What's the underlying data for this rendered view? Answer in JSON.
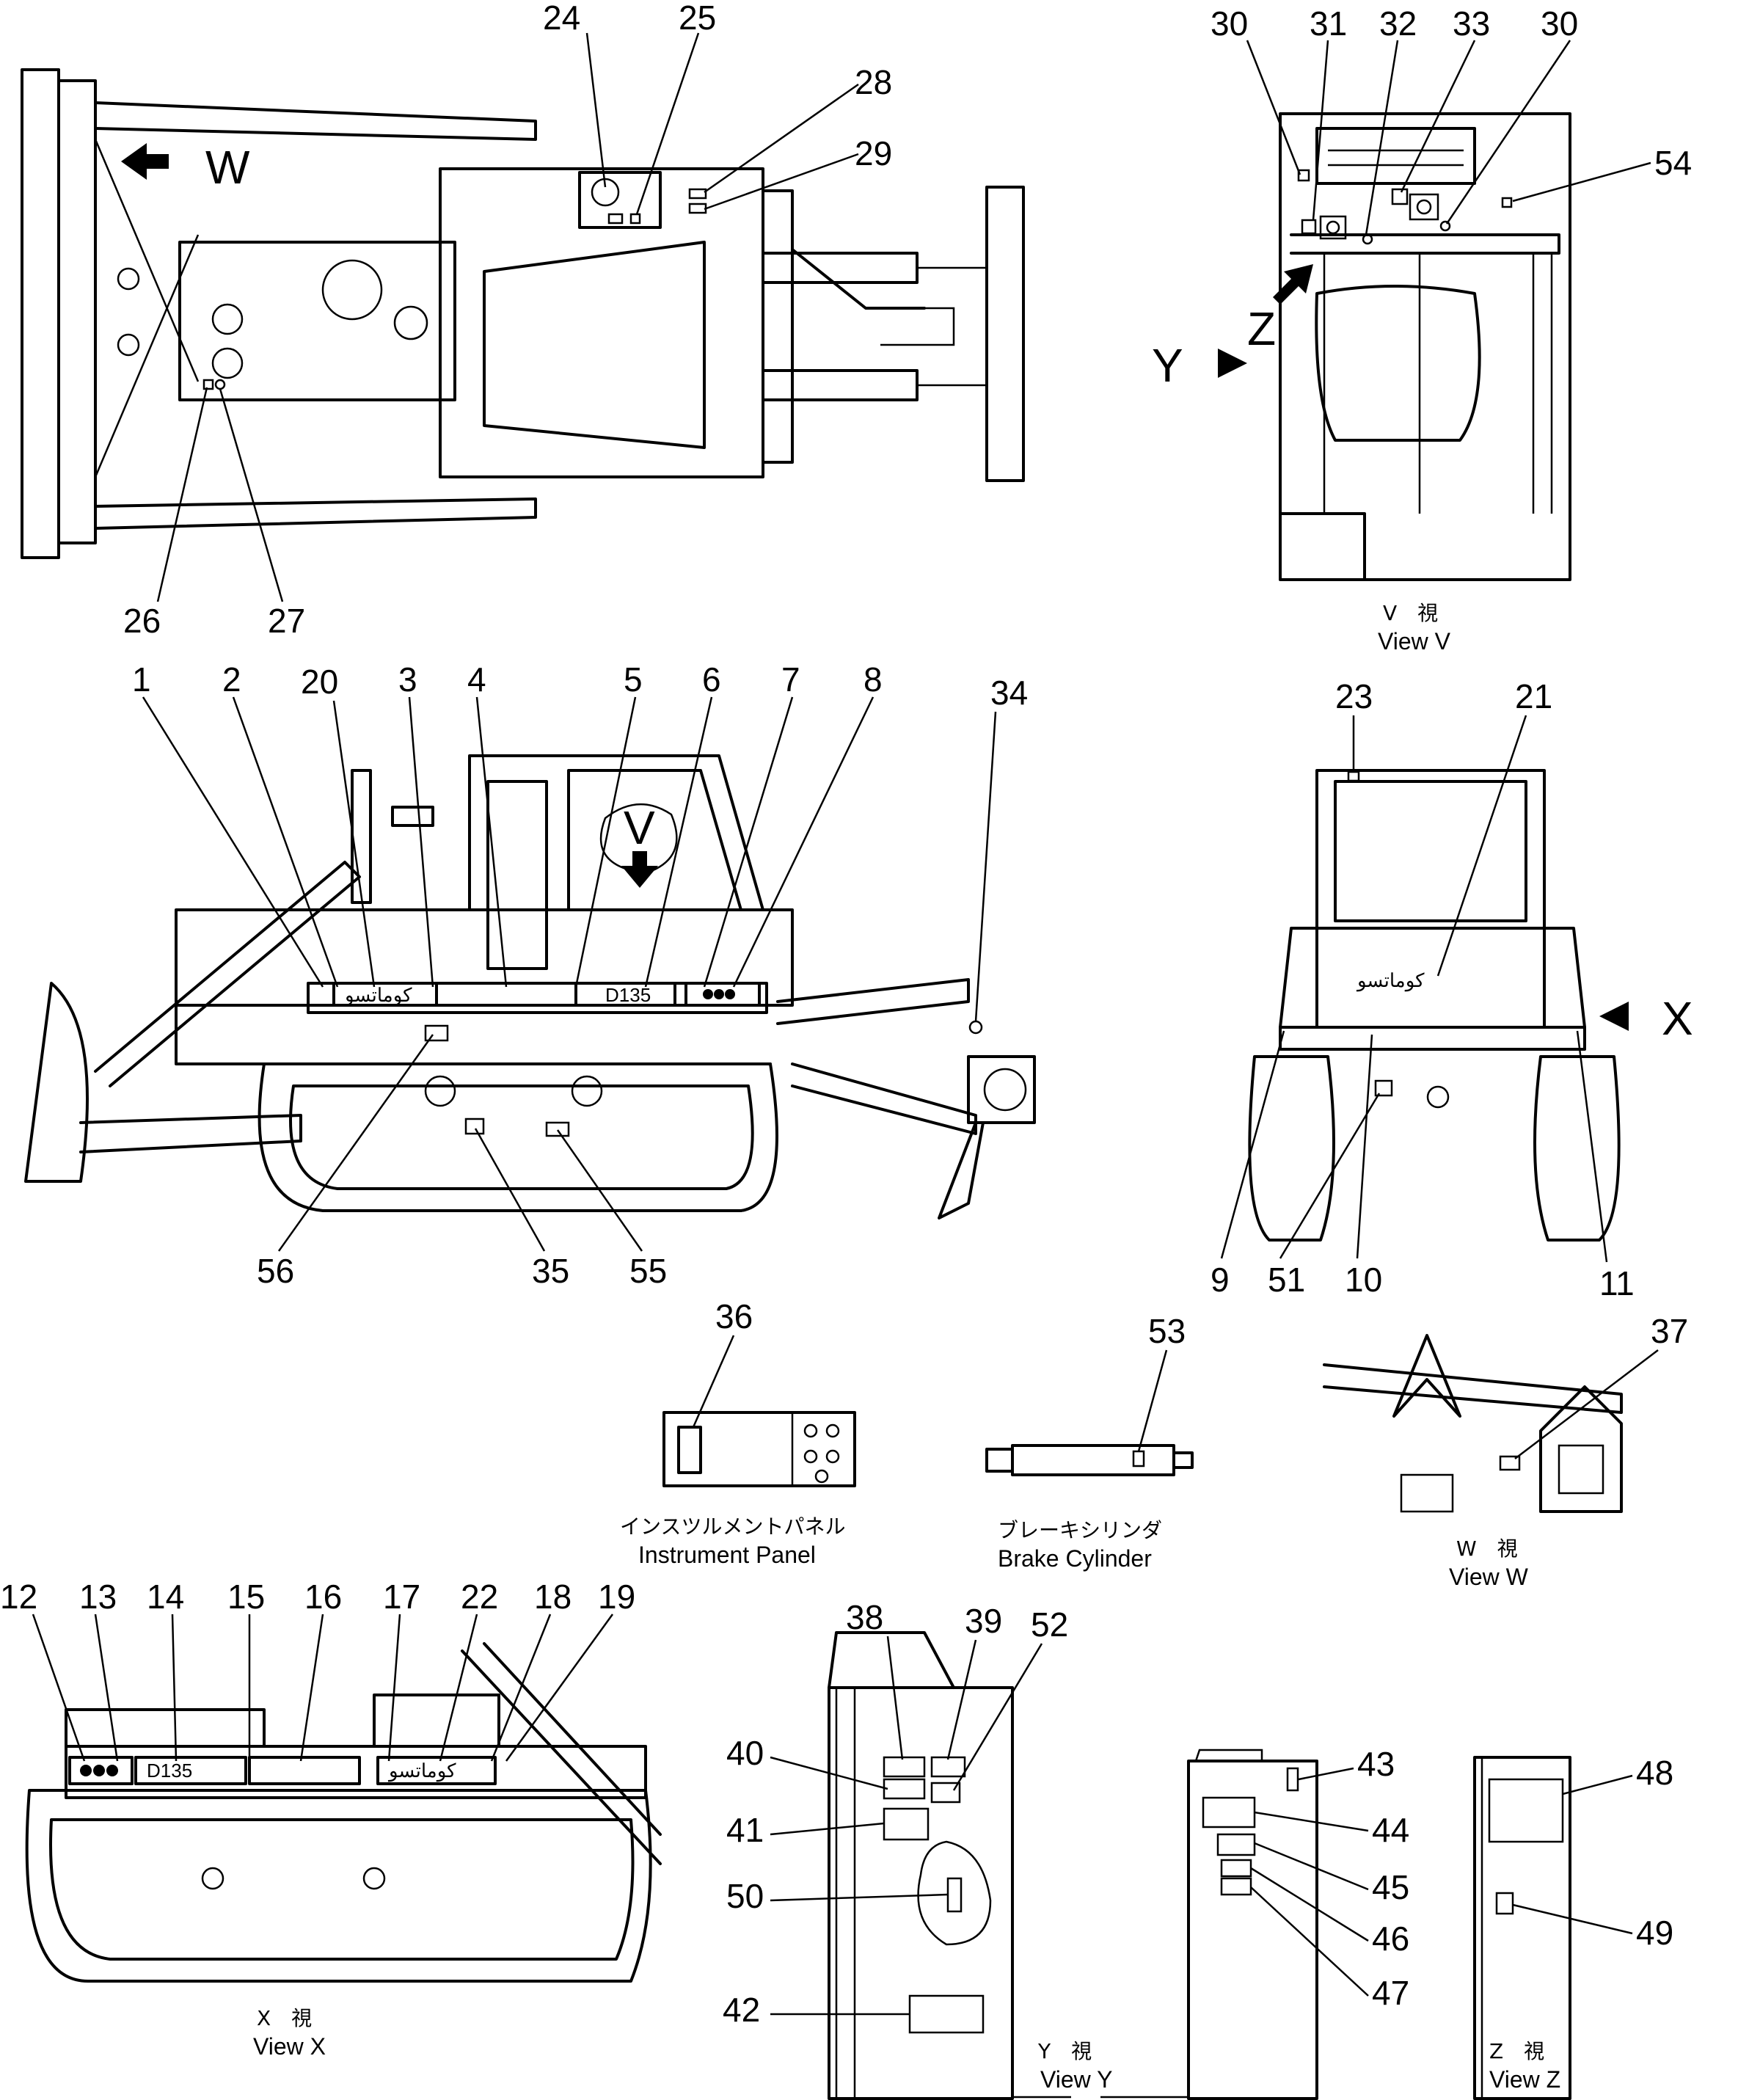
{
  "views": {
    "v": {
      "jp": "V　視",
      "en": "View V"
    },
    "w": {
      "jp": "W　視",
      "en": "View W"
    },
    "x": {
      "jp": "X　視",
      "en": "View X"
    },
    "y": {
      "jp": "Y　視",
      "en": "View Y"
    },
    "z": {
      "jp": "Z　視",
      "en": "View Z"
    }
  },
  "insets": {
    "instrument_panel": {
      "jp": "インスツルメントパネル",
      "en": "Instrument Panel"
    },
    "brake_cylinder": {
      "jp": "ブレーキシリンダ",
      "en": "Brake Cylinder"
    }
  },
  "arrows": {
    "w": "W",
    "v": "V",
    "x": "X",
    "y": "Y",
    "z": "Z"
  },
  "plates": {
    "model": "D135",
    "brand": "ﻛﻮﻣﺎﺗﺴﻮ"
  },
  "callouts": {
    "c1": "1",
    "c2": "2",
    "c3": "3",
    "c4": "4",
    "c5": "5",
    "c6": "6",
    "c7": "7",
    "c8": "8",
    "c9": "9",
    "c10": "10",
    "c11": "11",
    "c12": "12",
    "c13": "13",
    "c14": "14",
    "c15": "15",
    "c16": "16",
    "c17": "17",
    "c18": "18",
    "c19": "19",
    "c20": "20",
    "c21": "21",
    "c22": "22",
    "c23": "23",
    "c24": "24",
    "c25": "25",
    "c26": "26",
    "c27": "27",
    "c28": "28",
    "c29": "29",
    "c30a": "30",
    "c30b": "30",
    "c31": "31",
    "c32": "32",
    "c33": "33",
    "c34": "34",
    "c35": "35",
    "c36": "36",
    "c37": "37",
    "c38": "38",
    "c39": "39",
    "c40": "40",
    "c41": "41",
    "c42": "42",
    "c43": "43",
    "c44": "44",
    "c45": "45",
    "c46": "46",
    "c47": "47",
    "c48": "48",
    "c49": "49",
    "c50": "50",
    "c51": "51",
    "c52": "52",
    "c53": "53",
    "c54": "54",
    "c55": "55",
    "c56": "56"
  }
}
